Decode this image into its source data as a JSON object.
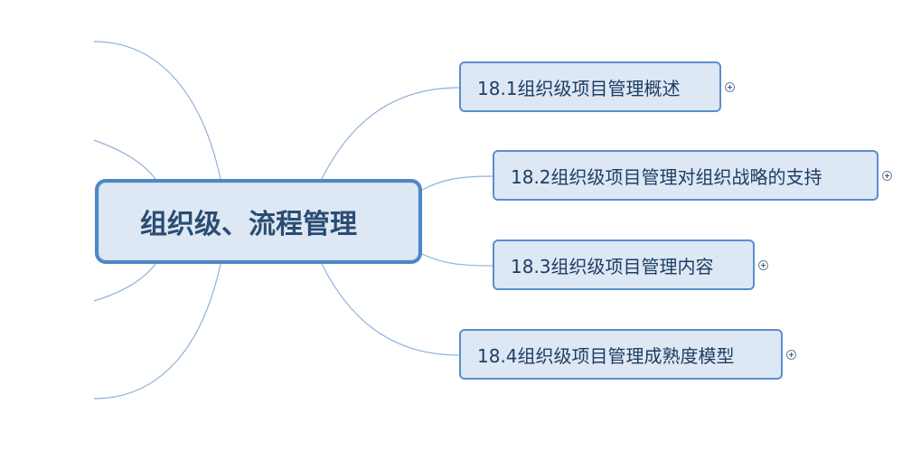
{
  "central_topic": {
    "label": "组织级、流程管理"
  },
  "branches": [
    {
      "label": "18.1组织级项目管理概述",
      "collapsed": true
    },
    {
      "label": "18.2组织级项目管理对组织战略的支持",
      "collapsed": true
    },
    {
      "label": "18.3组织级项目管理内容",
      "collapsed": true
    },
    {
      "label": "18.4组织级项目管理成熟度模型",
      "collapsed": true
    }
  ],
  "colors": {
    "connector": "#8fb2d9",
    "node_fill": "#dde8f4",
    "central_border": "#4f86c6",
    "branch_border": "#5b8fcb",
    "text": "#1f3d63"
  }
}
